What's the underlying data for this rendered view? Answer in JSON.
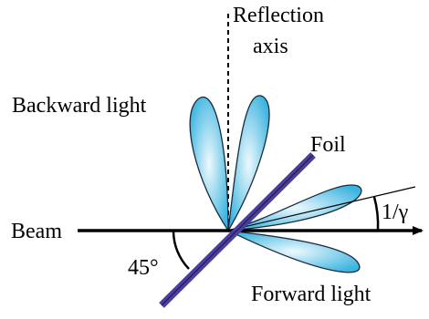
{
  "labels": {
    "reflection_axis_line1": "Reflection",
    "reflection_axis_line2": "axis",
    "backward_light": "Backward light",
    "foil": "Foil",
    "beam": "Beam",
    "forward_light": "Forward light",
    "angle_foil": "45°",
    "angle_cone": "1/γ"
  },
  "colors": {
    "lobe_fill_light": "#eef9fd",
    "lobe_fill_dark": "#3cb4e0",
    "lobe_stroke": "#1a2a3a",
    "foil": "#4a3d9e",
    "line": "#000000"
  }
}
